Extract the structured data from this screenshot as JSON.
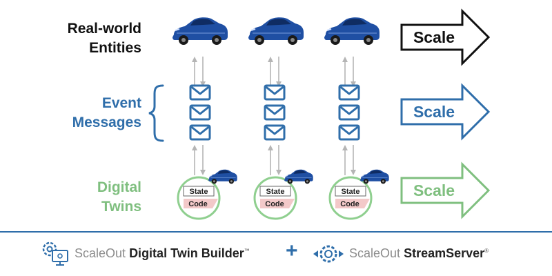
{
  "rows": {
    "entities": {
      "line1": "Real-world",
      "line2": "Entities",
      "color": "#111111"
    },
    "messages": {
      "line1": "Event",
      "line2": "Messages",
      "color": "#2f6eaa"
    },
    "twins": {
      "line1": "Digital",
      "line2": "Twins",
      "color": "#7fbf7f"
    }
  },
  "scale_arrows": [
    {
      "label": "Scale",
      "color": "#111111",
      "fill": "#ffffff"
    },
    {
      "label": "Scale",
      "color": "#2f6eaa",
      "fill": "#ffffff"
    },
    {
      "label": "Scale",
      "color": "#7fbf7f",
      "fill": "#ffffff"
    }
  ],
  "twin_box": {
    "state_label": "State",
    "code_label": "Code"
  },
  "colors": {
    "car_body": "#1f4fa3",
    "car_dark": "#0f2c63",
    "envelope": "#2f6eaa",
    "connector": "#b5b5b5",
    "twin_ring": "#8fcf8f",
    "code_fill": "#f3c9c9"
  },
  "footer": {
    "product1_brand": "ScaleOut",
    "product1_name": "Digital Twin Builder",
    "product1_mark": "™",
    "plus": "+",
    "product2_brand": "ScaleOut",
    "product2_name": "StreamServer",
    "product2_mark": "®"
  },
  "icons": [
    "car-icon",
    "envelope-icon",
    "gear-monitor-icon",
    "gear-icon"
  ]
}
